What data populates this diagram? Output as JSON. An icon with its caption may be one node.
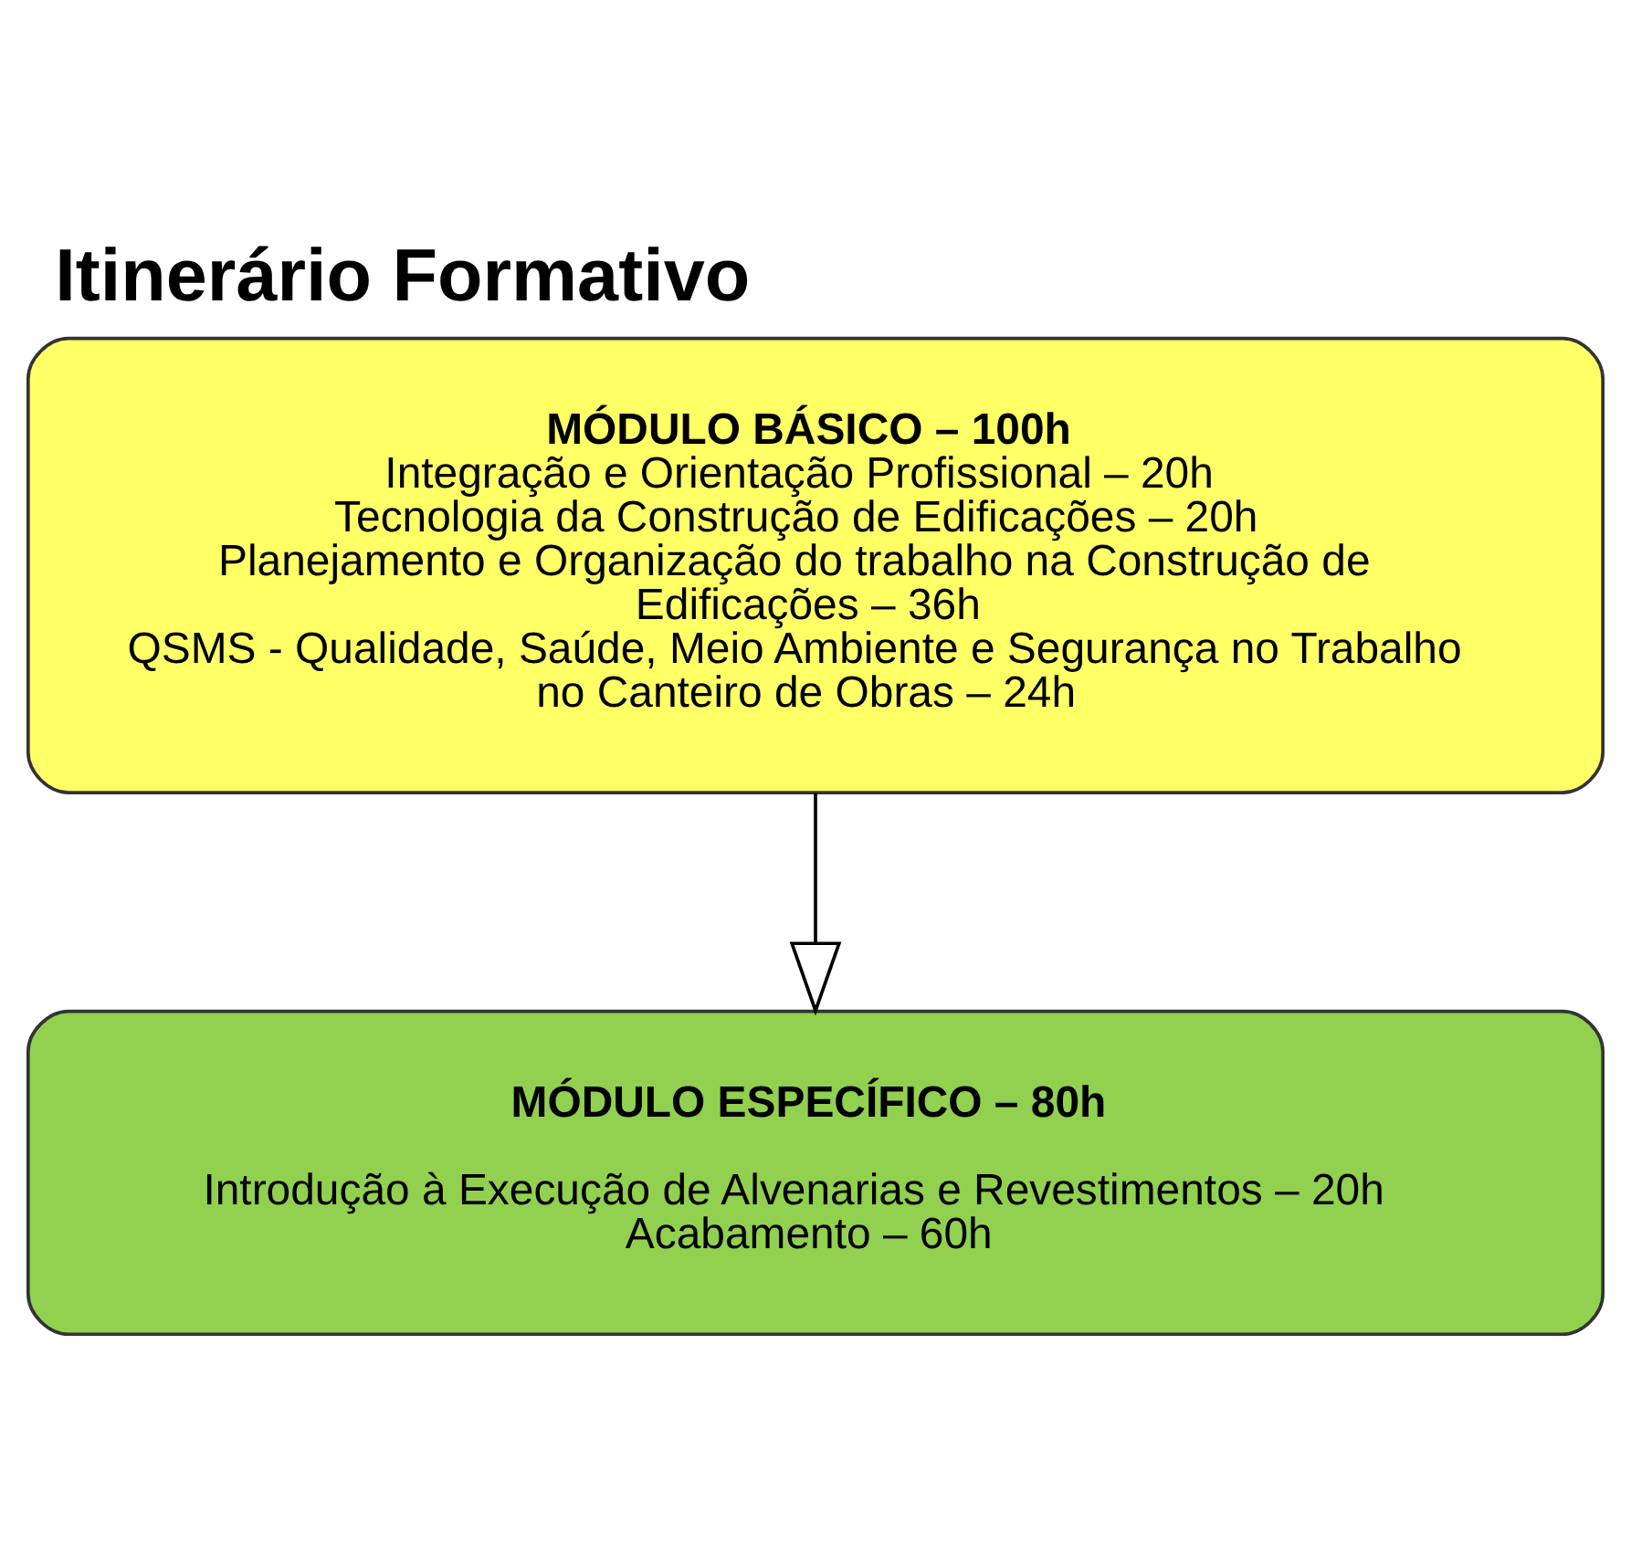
{
  "diagram": {
    "title": "Itinerário Formativo",
    "nodes": [
      {
        "text": [
          "MÓDULO BÁSICO – 100h",
          "Integração e Orientação Profissional – 20h",
          "Tecnologia da Construção de Edificações – 20h",
          "Planejamento e Organização do trabalho na Construção de Edificações – 36h",
          "QSMS - Qualidade, Saúde, Meio Ambiente e Segurança no Trabalho no Canteiro de Obras – 24h"
        ]
      },
      {
        "text": [
          "MÓDULO ESPECÍFICO – 80h",
          "Introdução à Execução de Alvenarias e Revestimentos – 20h",
          "Acabamento – 60h"
        ]
      }
    ],
    "edges": [
      {
        "from": 0,
        "to": 1,
        "arrow": "to"
      }
    ]
  }
}
